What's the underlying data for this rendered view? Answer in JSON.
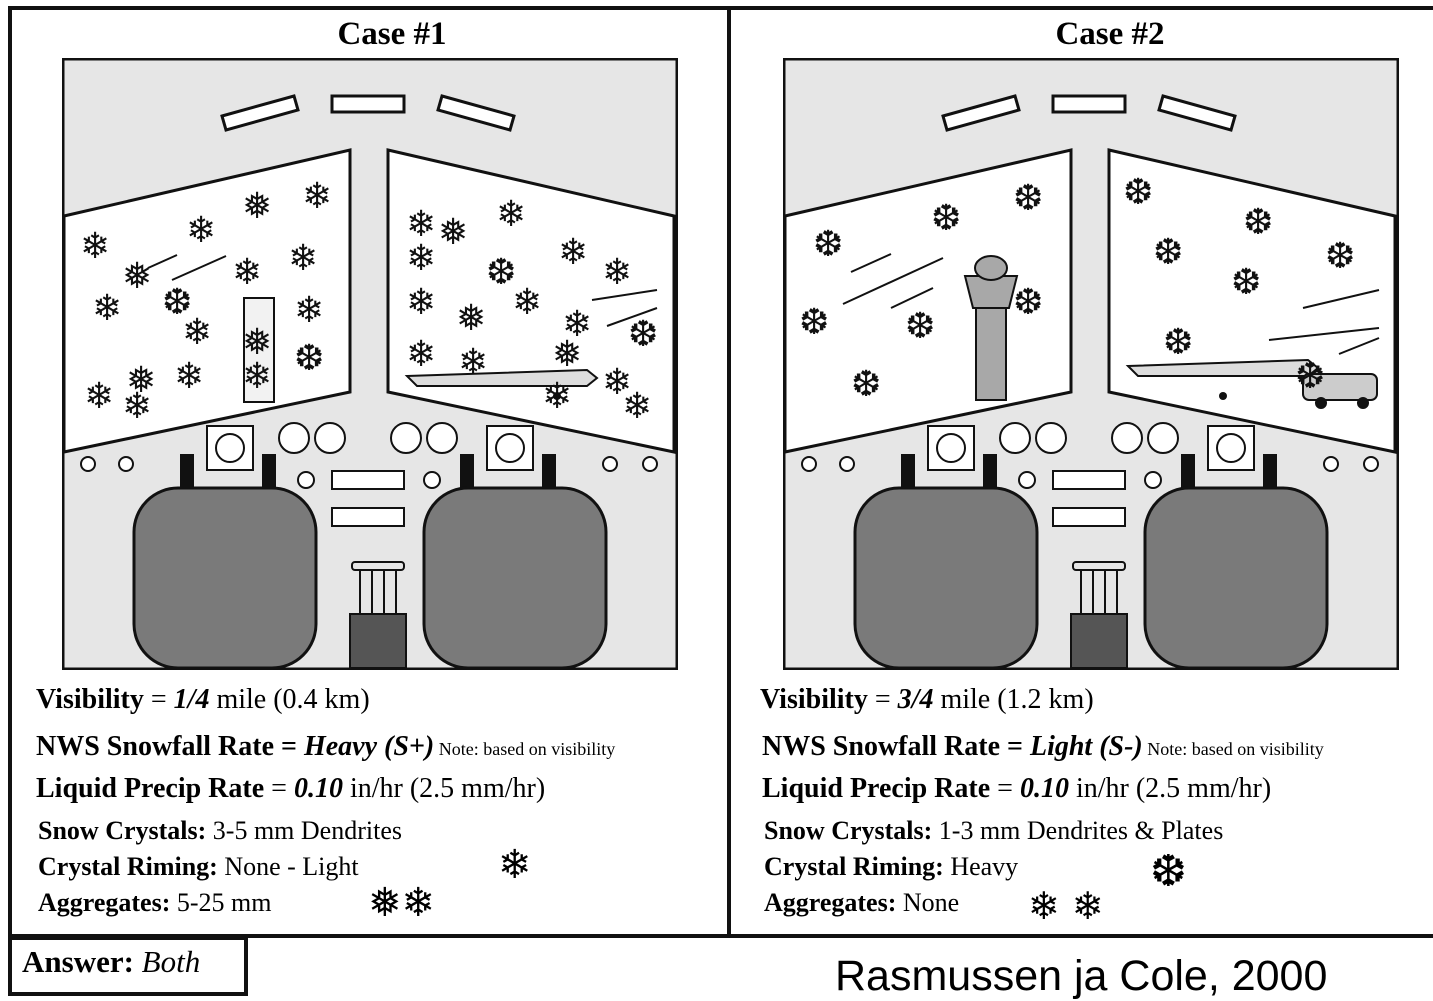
{
  "cases": [
    {
      "title": "Case #1",
      "visibility": {
        "label": "Visibility",
        "eq": " = ",
        "value": "1/4",
        "unit": " mile (0.4 km)"
      },
      "snowfall": {
        "label": "NWS  Snowfall Rate = ",
        "value": "Heavy (S+)",
        "note": " Note: based on visibility"
      },
      "precip": {
        "label": "Liquid Precip Rate",
        "eq": " = ",
        "value": "0.10",
        "unit": " in/hr (2.5 mm/hr)"
      },
      "crystals": {
        "label": "Snow Crystals:",
        "value": " 3-5 mm Dendrites"
      },
      "riming": {
        "label": "Crystal Riming:",
        "value": " None - Light"
      },
      "aggregates": {
        "label": "Aggregates:",
        "value": " 5-25 mm"
      }
    },
    {
      "title": "Case #2",
      "visibility": {
        "label": "Visibility",
        "eq": " = ",
        "value": "3/4",
        "unit": " mile (1.2 km)"
      },
      "snowfall": {
        "label": "NWS  Snowfall Rate = ",
        "value": "Light (S-)",
        "note": " Note: based on visibility"
      },
      "precip": {
        "label": "Liquid Precip Rate",
        "eq": " = ",
        "value": "0.10",
        "unit": " in/hr (2.5 mm/hr)"
      },
      "crystals": {
        "label": "Snow Crystals:",
        "value": " 1-3 mm Dendrites & Plates"
      },
      "riming": {
        "label": "Crystal Riming:",
        "value": " Heavy"
      },
      "aggregates": {
        "label": "Aggregates:",
        "value": " None"
      }
    }
  ],
  "answer": {
    "label": "Answer:",
    "value": " Both"
  },
  "credit": "Rasmussen ja Cole, 2000",
  "colors": {
    "panel": "#e6e6e6",
    "seat": "#7a7a7a",
    "window": "#ffffff",
    "line": "#111111"
  }
}
